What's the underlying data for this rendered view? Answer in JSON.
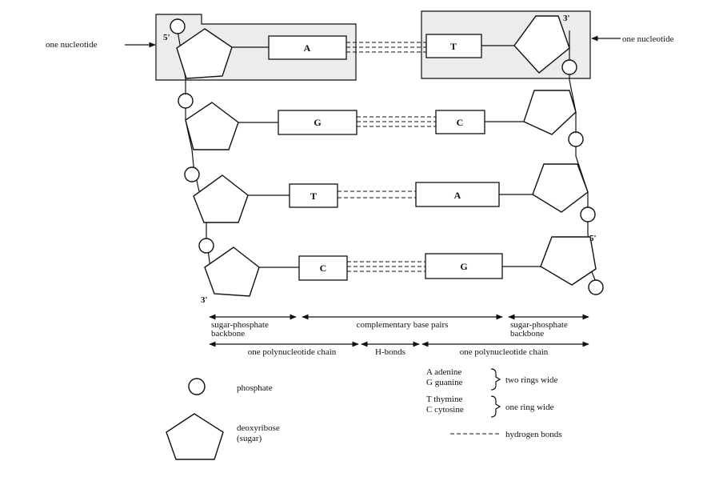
{
  "labels": {
    "one_nucleotide_left": "one nucleotide",
    "one_nucleotide_right": "one nucleotide",
    "prime_5_top": "5'",
    "prime_3_top": "3'",
    "prime_5_bottom": "5'",
    "prime_3_bottom": "3'",
    "backbone_left_1": "sugar-phosphate",
    "backbone_left_2": "backbone",
    "complementary": "complementary base pairs",
    "backbone_right_1": "sugar-phosphate",
    "backbone_right_2": "backbone",
    "chain_left": "one polynucleotide chain",
    "hbonds": "H-bonds",
    "chain_right": "one polynucleotide chain"
  },
  "pairs": [
    {
      "left": "A",
      "right": "T"
    },
    {
      "left": "G",
      "right": "C"
    },
    {
      "left": "T",
      "right": "A"
    },
    {
      "left": "C",
      "right": "G"
    }
  ],
  "legend": {
    "phosphate": "phosphate",
    "deoxyribose_1": "deoxyribose",
    "deoxyribose_2": "(sugar)",
    "purine_1": "A adenine",
    "purine_2": "G guanine",
    "purine_desc": "two rings wide",
    "pyrimidine_1": "T thymine",
    "pyrimidine_2": "C cytosine",
    "pyrimidine_desc": "one ring wide",
    "hydrogen_bonds": "hydrogen bonds"
  }
}
